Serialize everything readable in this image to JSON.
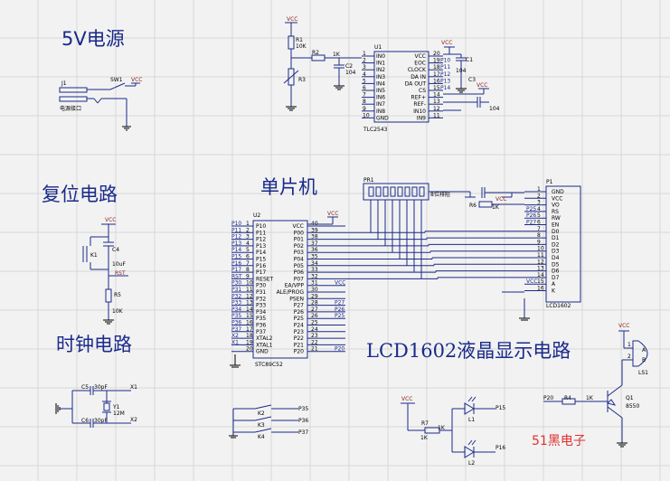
{
  "titles": {
    "power": "5V电源",
    "reset": "复位电路",
    "mcu": "单片机",
    "clock": "时钟电路",
    "lcd": "LCD1602液晶显示电路",
    "brand": "51黑电子"
  },
  "power": {
    "connector": "J1",
    "socket_label": "电源接口",
    "switch": "SW1",
    "vcc": "VCC"
  },
  "adc": {
    "ref": "U1",
    "part": "TLC2543",
    "vcc": "VCC",
    "r1": "R1",
    "r1_val": "10K",
    "r2": "R2",
    "r2_val": "1K",
    "r3": "R3",
    "c1": "C1",
    "c1_val": "104",
    "c2": "C2",
    "c2_val": "104",
    "c3": "C3",
    "c3_val": "104",
    "left_pins": [
      "IN0",
      "IN1",
      "IN2",
      "IN3",
      "IN4",
      "IN5",
      "IN6",
      "IN7",
      "IN8",
      "GND"
    ],
    "left_nums": [
      "1",
      "2",
      "3",
      "4",
      "5",
      "6",
      "7",
      "8",
      "9",
      "10"
    ],
    "right_pins": [
      "VCC",
      "EOC",
      "CLOCK",
      "DA IN",
      "DA OUT",
      "CS",
      "REF+",
      "REF-",
      "IN10",
      "IN9"
    ],
    "right_nums": [
      "20",
      "19",
      "18",
      "17",
      "16",
      "15",
      "14",
      "13",
      "12",
      "11"
    ],
    "right_nets": [
      "",
      "P10",
      "P11",
      "P12",
      "P13",
      "P14",
      "",
      "",
      "",
      ""
    ]
  },
  "mcu": {
    "ref": "U2",
    "part": "STC89C52",
    "vcc": "VCC",
    "left_pins": [
      "P10",
      "P11",
      "P12",
      "P13",
      "P14",
      "P15",
      "P16",
      "P17",
      "RESET",
      "P30",
      "P31",
      "P32",
      "P33",
      "P34",
      "P35",
      "P36",
      "P37",
      "XTAL2",
      "XTAL1",
      "GND"
    ],
    "left_nums": [
      "1",
      "2",
      "3",
      "4",
      "5",
      "6",
      "7",
      "8",
      "9",
      "10",
      "11",
      "12",
      "13",
      "14",
      "15",
      "16",
      "17",
      "18",
      "19",
      "20"
    ],
    "left_nets": [
      "P10",
      "P11",
      "P12",
      "P13",
      "P14",
      "P15",
      "P16",
      "P17",
      "RST",
      "P30",
      "P31",
      "P32",
      "P33",
      "P34",
      "P35",
      "P36",
      "P37",
      "X2",
      "X1",
      ""
    ],
    "right_pins": [
      "VCC",
      "P00",
      "P01",
      "P02",
      "P03",
      "P04",
      "P05",
      "P06",
      "P07",
      "EA/VPP",
      "ALE/PROG",
      "PSEN",
      "P27",
      "P26",
      "P25",
      "P24",
      "P23",
      "P22",
      "P21",
      "P20"
    ],
    "right_nums": [
      "40",
      "39",
      "38",
      "37",
      "36",
      "35",
      "34",
      "33",
      "32",
      "31",
      "30",
      "29",
      "28",
      "27",
      "26",
      "25",
      "24",
      "23",
      "22",
      "21"
    ],
    "right_nets": [
      "",
      "",
      "",
      "",
      "",
      "",
      "",
      "",
      "",
      "VCC",
      "",
      "",
      "P27",
      "P26",
      "P25",
      "",
      "",
      "",
      "",
      "P20"
    ]
  },
  "reset": {
    "vcc": "VCC",
    "c4": "C4",
    "c4_val": "10uF",
    "k1": "K1",
    "rst": "RST",
    "r5": "R5",
    "r5_val": "10K"
  },
  "clock": {
    "c5": "C5",
    "c5_val": "30pF",
    "c6": "C6",
    "c6_val": "30pF",
    "y1": "Y1",
    "y1_val": "12M",
    "x1": "X1",
    "x2": "X2"
  },
  "buttons": {
    "keys": [
      "K2",
      "K3",
      "K4"
    ],
    "nets": [
      "P35",
      "P36",
      "P37"
    ]
  },
  "pullup": {
    "ref": "PR1",
    "label": "8位排阻"
  },
  "lcd": {
    "ref": "P1",
    "part": "LCD1602",
    "vcc": "VCC",
    "r6": "R6",
    "r6_val": "1K",
    "pins": [
      "GND",
      "VCC",
      "VO",
      "RS",
      "RW",
      "EN",
      "D0",
      "D1",
      "D2",
      "D3",
      "D4",
      "D5",
      "D6",
      "D7",
      "A",
      "K"
    ],
    "nums": [
      "1",
      "2",
      "3",
      "4",
      "5",
      "6",
      "7",
      "8",
      "9",
      "10",
      "11",
      "12",
      "13",
      "14",
      "15",
      "16"
    ],
    "nets": [
      "",
      "",
      "",
      "P25",
      "P26",
      "P27",
      "",
      "",
      "",
      "",
      "",
      "",
      "",
      "",
      "VCC",
      ""
    ]
  },
  "leds": {
    "vcc": "VCC",
    "r7": "R7",
    "r7_val": "1K",
    "l1": "L1",
    "l2": "L2",
    "net1": "P15",
    "net2": "P16"
  },
  "buzzer": {
    "net": "P20",
    "r4": "R4",
    "r4_val": "1K",
    "q1": "Q1",
    "q1_part": "8550",
    "ls1": "LS1",
    "pin_a": "A",
    "pin_b": "B",
    "pin1": "1",
    "pin2": "2"
  }
}
